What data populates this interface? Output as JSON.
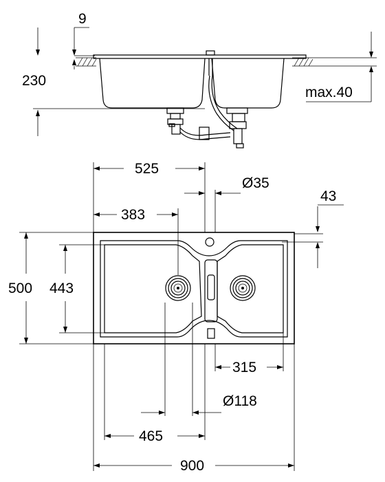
{
  "dimensions": {
    "rim_thickness": "9",
    "height": "230",
    "worktop_max": "max.40",
    "faucet_offset": "525",
    "tap_hole": "Ø35",
    "tap_hole_edge": "43",
    "left_drain_offset": "383",
    "depth": "500",
    "inner_depth": "443",
    "right_bowl_offset": "315",
    "drain_diameter": "Ø118",
    "left_bowl_width": "465",
    "overall_width": "900"
  }
}
